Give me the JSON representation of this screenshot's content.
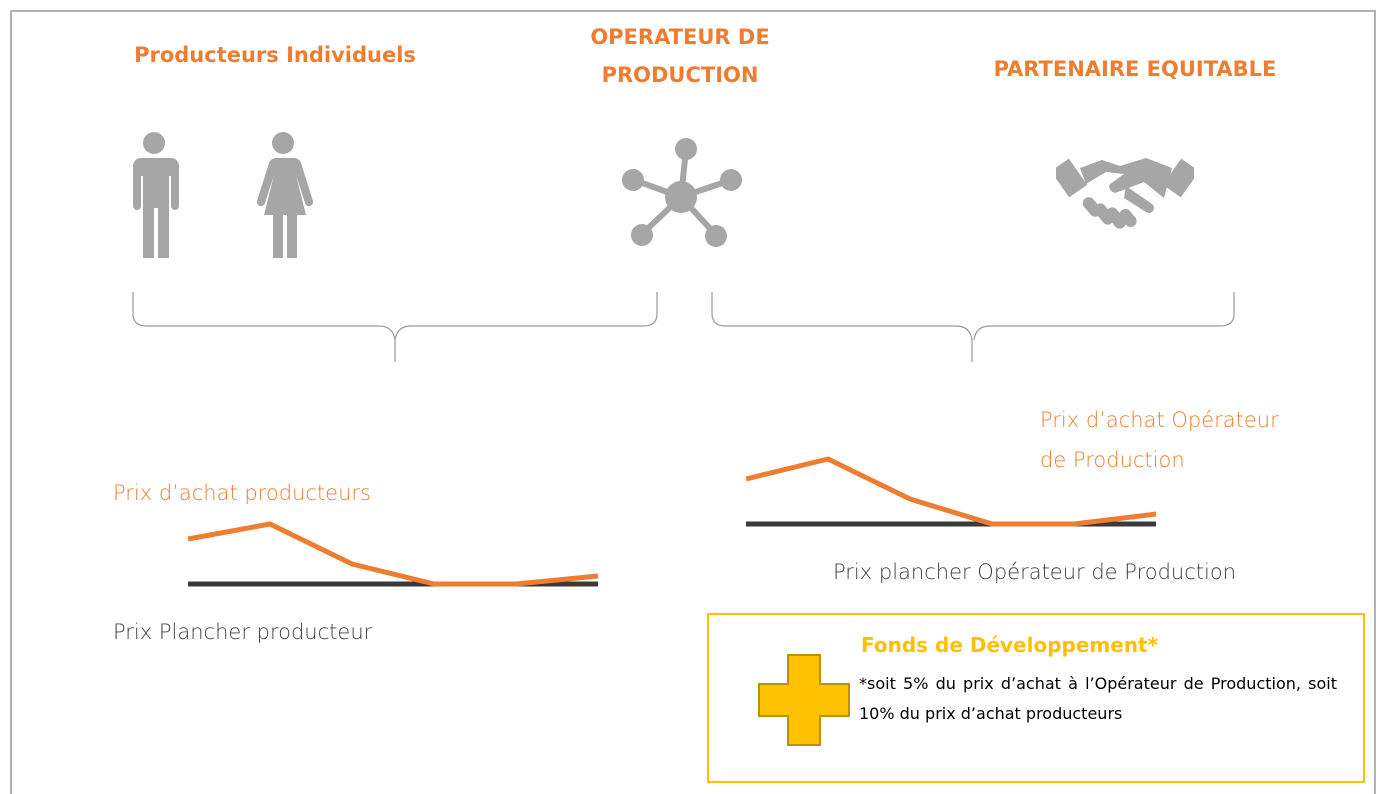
{
  "headings": {
    "producers": "Producteurs Individuels",
    "operator_line1": "OPERATEUR DE",
    "operator_line2": "PRODUCTION",
    "partner": "PARTENAIRE EQUITABLE"
  },
  "labels": {
    "producer_purchase_price": "Prix d’achat producteurs",
    "producer_floor_price": "Prix Plancher producteur",
    "operator_purchase_price_line1": "Prix d’achat  Opérateur",
    "operator_purchase_price_line2": "de Production",
    "operator_floor_price": "Prix plancher Opérateur de Production"
  },
  "fund": {
    "title": "Fonds de Développement*",
    "note": "*soit 5% du prix d’achat à l’Opérateur de Production, soit 10% du prix d’achat producteurs"
  },
  "icons": [
    "man-icon",
    "woman-icon",
    "network-hub-icon",
    "handshake-icon",
    "plus-icon"
  ],
  "colors": {
    "accent": "#ed7d31",
    "icon_grey": "#a6a6a6",
    "floor_line": "#3a3a3a",
    "fund_yellow": "#ffc000"
  },
  "chart_data": [
    {
      "type": "line",
      "series": [
        {
          "name": "Prix d’achat producteurs",
          "values": [
            4.5,
            6.0,
            2.0,
            0,
            0,
            0.8
          ]
        },
        {
          "name": "Prix Plancher producteur",
          "values": [
            0,
            0,
            0,
            0,
            0,
            0
          ]
        }
      ]
    },
    {
      "type": "line",
      "series": [
        {
          "name": "Prix d’achat Opérateur de Production",
          "values": [
            4.5,
            6.5,
            2.5,
            0,
            0,
            1.0
          ]
        },
        {
          "name": "Prix plancher Opérateur de Production",
          "values": [
            0,
            0,
            0,
            0,
            0,
            0
          ]
        }
      ]
    }
  ]
}
